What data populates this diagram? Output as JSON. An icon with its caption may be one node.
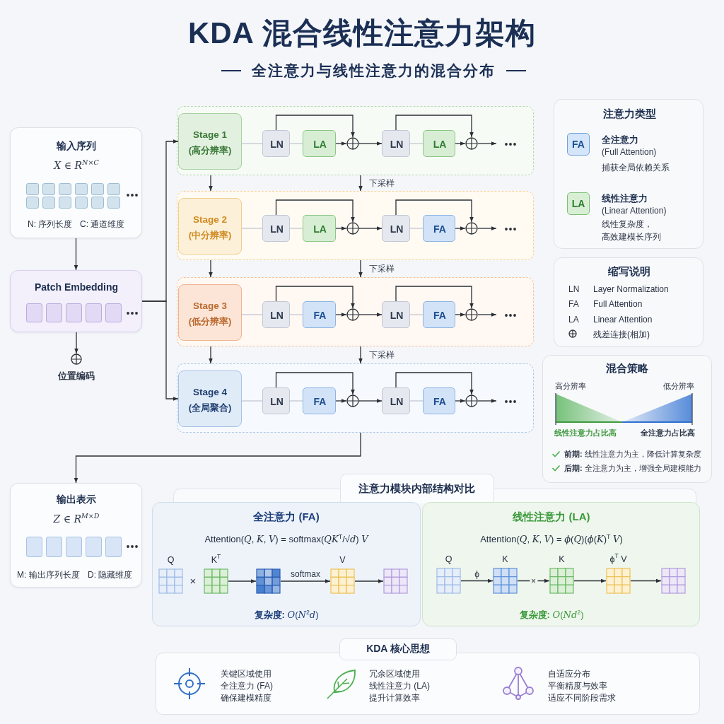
{
  "diagram": {
    "title": "KDA 混合线性注意力架构",
    "nodes": [
      {
        "text": [
          "输入序列",
          "X ∈ R$^{N×C}$",
          "N: 序列长度",
          "C: 通道维度"
        ]
      },
      {
        "text": [
          "Patch Embedding"
        ]
      },
      {
        "text": [],
        "shape": "circle",
        "beside": [
          "位置编码"
        ]
      },
      {
        "text": [],
        "shape": "box"
      },
      {
        "text": [
          "Stage 1",
          "(高分辨率)"
        ],
        "in": 3
      },
      {
        "text": [
          "LN"
        ],
        "in": 3
      },
      {
        "text": [
          "LA"
        ],
        "in": 3
      },
      {
        "text": [],
        "shape": "circle",
        "in": 3
      },
      {
        "text": [
          "LN"
        ],
        "in": 3
      },
      {
        "text": [
          "LA"
        ],
        "in": 3
      },
      {
        "text": [],
        "shape": "circle",
        "in": 3
      },
      {
        "text": [],
        "shape": "box"
      },
      {
        "text": [
          "Stage 2",
          "(中分辨率)"
        ],
        "in": 11
      },
      {
        "text": [
          "LN"
        ],
        "in": 11
      },
      {
        "text": [
          "LA"
        ],
        "in": 11
      },
      {
        "text": [],
        "shape": "circle",
        "in": 11
      },
      {
        "text": [
          "LN"
        ],
        "in": 11
      },
      {
        "text": [
          "FA"
        ],
        "in": 11
      },
      {
        "text": [],
        "shape": "circle",
        "in": 11
      },
      {
        "text": [],
        "shape": "box"
      },
      {
        "text": [
          "Stage 3",
          "(低分辨率)"
        ],
        "in": 19
      },
      {
        "text": [
          "LN"
        ],
        "in": 19
      },
      {
        "text": [
          "FA"
        ],
        "in": 19
      },
      {
        "text": [],
        "shape": "circle",
        "in": 19
      },
      {
        "text": [
          "LN"
        ],
        "in": 19
      },
      {
        "text": [
          "FA"
        ],
        "in": 19
      },
      {
        "text": [],
        "shape": "circle",
        "in": 19
      },
      {
        "text": [],
        "shape": "box"
      },
      {
        "text": [
          "Stage 4",
          "(全局聚合)"
        ],
        "in": 27
      },
      {
        "text": [
          "LN"
        ],
        "in": 27
      },
      {
        "text": [
          "FA"
        ],
        "in": 27
      },
      {
        "text": [],
        "shape": "circle",
        "in": 27
      },
      {
        "text": [
          "LN"
        ],
        "in": 27
      },
      {
        "text": [
          "FA"
        ],
        "in": 27
      },
      {
        "text": [],
        "shape": "circle",
        "in": 27
      },
      {
        "text": [
          "输出表示",
          "Z ∈ R$^{M×D}$",
          "M: 输出序列长度",
          "D: 隐藏维度"
        ]
      },
      {
        "text": [
          "注意力类型",
          "全注意力",
          "(Full Attention)",
          "捕获全局依赖关系",
          "线性注意力",
          "(Linear Attention)",
          "线性复杂度，",
          "高效建模长序列"
        ]
      },
      {
        "text": [
          "FA"
        ],
        "in": 36
      },
      {
        "text": [
          "LA"
        ],
        "in": 36
      },
      {
        "text": [
          "缩写说明",
          "LN",
          "Layer Normalization",
          "FA",
          "Full Attention",
          "LA",
          "Linear Attention",
          "残差连接(相加)"
        ]
      },
      {
        "text": [
          "混合策略",
          "高分辨率",
          "低分辨率",
          "线性注意力占比高",
          "全注意力占比高",
          "**前期:** 线性注意力为主，降低计算复杂度",
          "**后期:** 全注意力为主，增强全局建模能力"
        ]
      },
      {
        "text": [
          "注意力模块内部结构对比"
        ]
      },
      {
        "text": [
          "全注意力 (FA)",
          "Attention(*Q*, *K*, *V*) = softmax(*QK*$^{T}$/√*d*) *V*",
          "**复杂度:** *O*(*N*$^{2}$*d*)"
        ]
      },
      {
        "text": [
          "Q"
        ],
        "in": 42
      },
      {
        "text": [
          "K$^{T}$"
        ],
        "in": 42
      },
      {
        "text": [],
        "shape": "grid",
        "in": 42
      },
      {
        "text": [
          "V"
        ],
        "in": 42
      },
      {
        "text": [],
        "shape": "grid",
        "in": 42
      },
      {
        "text": [
          "线性注意力 (LA)",
          "Attention(*Q*, *K*, *V*) = *ϕ*(*Q*)(*ϕ*(*K*)$^{T}$ *V*)",
          "**复杂度:** *O*(*Nd*$^{2}$)"
        ]
      },
      {
        "text": [
          "Q"
        ],
        "in": 48
      },
      {
        "text": [
          "K"
        ],
        "in": 48
      },
      {
        "text": [
          "K"
        ],
        "in": 48
      },
      {
        "text": [
          "ϕ$^{T}$ V"
        ],
        "in": 48
      },
      {
        "text": [],
        "shape": "grid",
        "in": 48
      },
      {
        "text": [
          "KDA 核心思想",
          "关键区域使用",
          "全注意力 (FA)",
          "确保建模精度",
          "冗余区域使用",
          "线性注意力 (LA)",
          "提升计算效率",
          "自适应分布",
          "平衡精度与效率",
          "适应不同阶段需求"
        ]
      }
    ],
    "edges": [
      {
        "from": 0,
        "to": 1,
        "arrow": "to"
      },
      {
        "from": 1,
        "to": 2,
        "arrow": "to"
      },
      {
        "from": 1,
        "to": 4,
        "arrow": "to"
      },
      {
        "from": 1,
        "to": 28,
        "arrow": "to"
      },
      {
        "from": 4,
        "to": 5,
        "arrow": "none",
        "color": "#c3c8d1"
      },
      {
        "from": 5,
        "to": 6,
        "arrow": "none",
        "color": "#c3c8d1"
      },
      {
        "from": 6,
        "to": 7,
        "arrow": "to"
      },
      {
        "from": 5,
        "to": 7,
        "arrow": "to"
      },
      {
        "from": 7,
        "to": 8,
        "arrow": "to"
      },
      {
        "from": 8,
        "to": 9,
        "arrow": "none",
        "color": "#c3c8d1"
      },
      {
        "from": 9,
        "to": 10,
        "arrow": "to"
      },
      {
        "from": 8,
        "to": 10,
        "arrow": "to"
      },
      {
        "from": 10,
        "to": null,
        "arrow": "to"
      },
      {
        "from": 12,
        "to": 13,
        "arrow": "none",
        "color": "#c3c8d1"
      },
      {
        "from": 13,
        "to": 14,
        "arrow": "none",
        "color": "#c3c8d1"
      },
      {
        "from": 14,
        "to": 15,
        "arrow": "to"
      },
      {
        "from": 13,
        "to": 15,
        "arrow": "to"
      },
      {
        "from": 15,
        "to": 16,
        "arrow": "to"
      },
      {
        "from": 16,
        "to": 17,
        "arrow": "none",
        "color": "#c3c8d1"
      },
      {
        "from": 17,
        "to": 18,
        "arrow": "to"
      },
      {
        "from": 16,
        "to": 18,
        "arrow": "to"
      },
      {
        "from": 18,
        "to": null,
        "arrow": "to"
      },
      {
        "from": 20,
        "to": 21,
        "arrow": "none",
        "color": "#c3c8d1"
      },
      {
        "from": 21,
        "to": 22,
        "arrow": "none",
        "color": "#c3c8d1"
      },
      {
        "from": 22,
        "to": 23,
        "arrow": "to"
      },
      {
        "from": 21,
        "to": 23,
        "arrow": "to"
      },
      {
        "from": 23,
        "to": 24,
        "arrow": "to"
      },
      {
        "from": 24,
        "to": 25,
        "arrow": "none",
        "color": "#c3c8d1"
      },
      {
        "from": 25,
        "to": 26,
        "arrow": "to"
      },
      {
        "from": 24,
        "to": 26,
        "arrow": "to"
      },
      {
        "from": 26,
        "to": null,
        "arrow": "to"
      },
      {
        "from": 28,
        "to": 29,
        "arrow": "none",
        "color": "#c3c8d1"
      },
      {
        "from": 29,
        "to": 30,
        "arrow": "none",
        "color": "#c3c8d1"
      },
      {
        "from": 30,
        "to": 31,
        "arrow": "to"
      },
      {
        "from": 29,
        "to": 31,
        "arrow": "to"
      },
      {
        "from": 31,
        "to": 32,
        "arrow": "to"
      },
      {
        "from": 32,
        "to": 33,
        "arrow": "none",
        "color": "#c3c8d1"
      },
      {
        "from": 33,
        "to": 34,
        "arrow": "to"
      },
      {
        "from": 32,
        "to": 34,
        "arrow": "to"
      },
      {
        "from": 34,
        "to": null,
        "arrow": "to"
      },
      {
        "from": 3,
        "to": 11,
        "arrow": "to"
      },
      {
        "from": 3,
        "to": 11,
        "arrow": "to",
        "label": "下采样"
      },
      {
        "from": 11,
        "to": 19,
        "arrow": "to"
      },
      {
        "from": 11,
        "to": 19,
        "arrow": "to",
        "label": "下采样"
      },
      {
        "from": 19,
        "to": 27,
        "arrow": "to"
      },
      {
        "from": 19,
        "to": 27,
        "arrow": "to",
        "label": "下采样"
      },
      {
        "from": 27,
        "to": 35,
        "arrow": "to"
      },
      {
        "from": 44,
        "to": 45,
        "arrow": "to"
      },
      {
        "from": 45,
        "to": 46,
        "arrow": "to",
        "label": "softmax"
      },
      {
        "from": 46,
        "to": 47,
        "arrow": "to"
      },
      {
        "from": 49,
        "to": 50,
        "arrow": "to",
        "label": "ϕ"
      },
      {
        "from": 50,
        "to": 51,
        "arrow": "to",
        "label": "×"
      },
      {
        "from": 51,
        "to": 52,
        "arrow": "to"
      },
      {
        "from": 52,
        "to": 53,
        "arrow": "to"
      }
    ],
    "labels": [
      "全注意力与线性注意力的混合分布",
      "×"
    ]
  }
}
